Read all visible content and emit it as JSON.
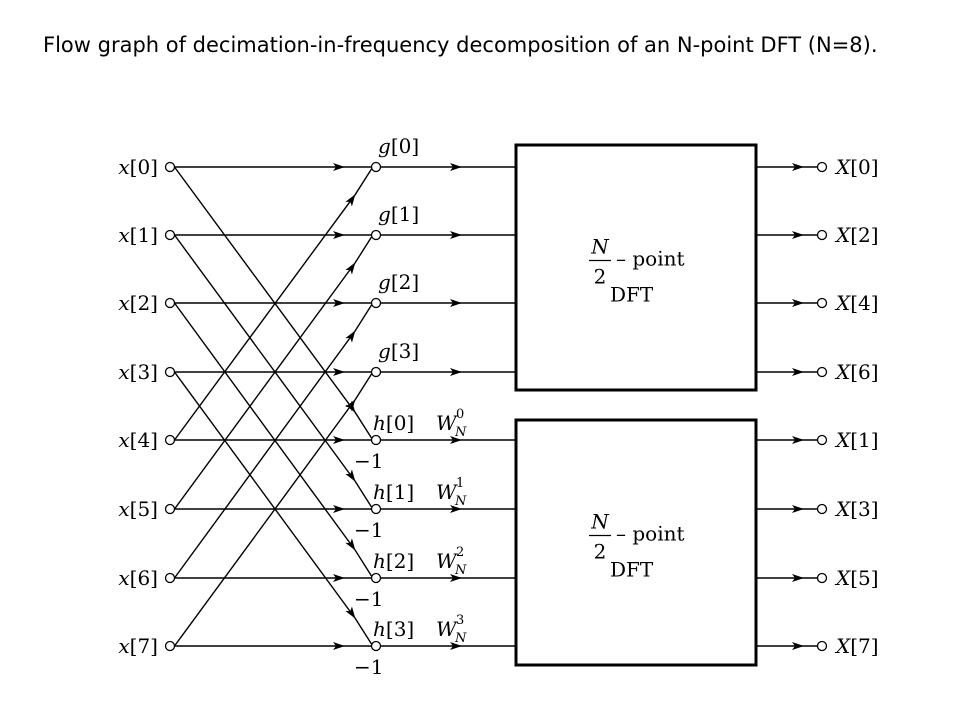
{
  "caption": "Flow graph of decimation-in-frequency decomposition of an N-point DFT (N=8).",
  "inputs": [
    "x[0]",
    "x[1]",
    "x[2]",
    "x[3]",
    "x[4]",
    "x[5]",
    "x[6]",
    "x[7]"
  ],
  "g_nodes": [
    "g[0]",
    "g[1]",
    "g[2]",
    "g[3]"
  ],
  "h_nodes": [
    "h[0]",
    "h[1]",
    "h[2]",
    "h[3]"
  ],
  "twiddles": [
    {
      "base": "W",
      "sub": "N",
      "sup": "0"
    },
    {
      "base": "W",
      "sub": "N",
      "sup": "1"
    },
    {
      "base": "W",
      "sub": "N",
      "sup": "2"
    },
    {
      "base": "W",
      "sub": "N",
      "sup": "3"
    }
  ],
  "minus_one": "−1",
  "dft_blocks": [
    {
      "num": "N",
      "den": "2",
      "label": "– point",
      "line2": "DFT"
    },
    {
      "num": "N",
      "den": "2",
      "label": "– point",
      "line2": "DFT"
    }
  ],
  "outputs_top": [
    "X[0]",
    "X[2]",
    "X[4]",
    "X[6]"
  ],
  "outputs_bottom": [
    "X[1]",
    "X[3]",
    "X[5]",
    "X[7]"
  ]
}
